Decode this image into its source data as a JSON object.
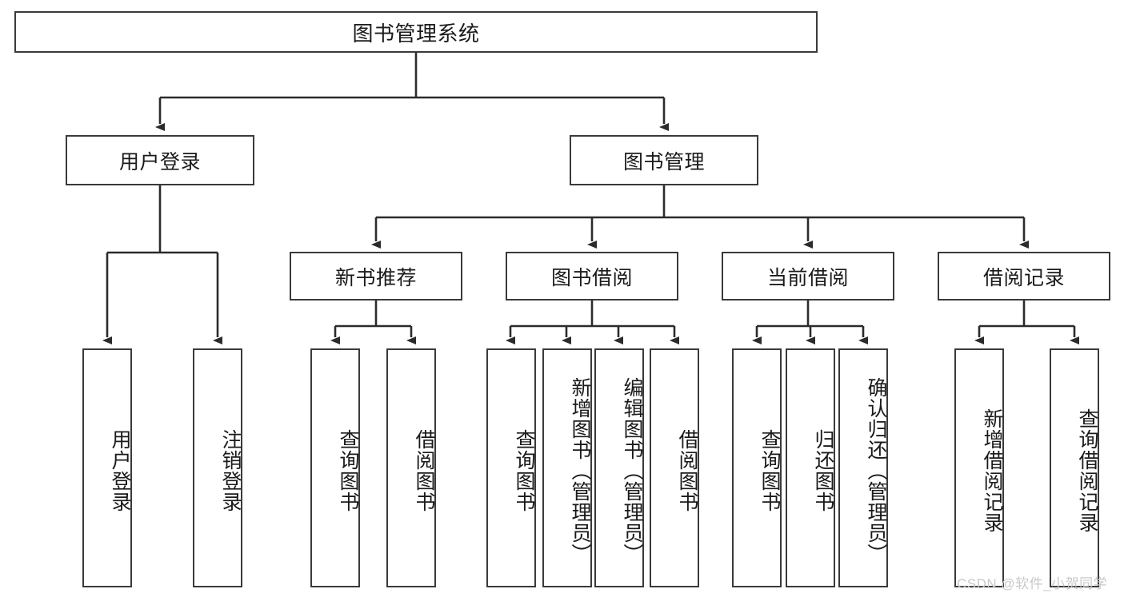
{
  "diagram": {
    "title": "图书管理系统",
    "type": "tree-hierarchy-chart",
    "watermark": "CSDN @软件_小贺同学",
    "colors": {
      "box_border": "#3a3a3a",
      "box_fill": "#ffffff",
      "connector": "#2b2b2b",
      "text": "#1a1a1a",
      "watermark": "#c9c9c9",
      "background": "#ffffff"
    },
    "root": {
      "label": "图书管理系统"
    },
    "level2": [
      {
        "label": "用户登录"
      },
      {
        "label": "图书管理"
      }
    ],
    "level3": [
      {
        "label": "新书推荐"
      },
      {
        "label": "图书借阅"
      },
      {
        "label": "当前借阅"
      },
      {
        "label": "借阅记录"
      }
    ],
    "leaves": {
      "user_login": [
        {
          "label": "用户登录"
        },
        {
          "label": "注销登录"
        }
      ],
      "new_book_recommend": [
        {
          "label": "查询图书"
        },
        {
          "label": "借阅图书"
        }
      ],
      "book_borrow": [
        {
          "label": "查询图书"
        },
        {
          "label": "新增图书（管理员）"
        },
        {
          "label": "编辑图书（管理员）"
        },
        {
          "label": "借阅图书"
        }
      ],
      "current_borrow": [
        {
          "label": "查询图书"
        },
        {
          "label": "归还图书"
        },
        {
          "label": "确认归还（管理员）"
        }
      ],
      "borrow_record": [
        {
          "label": "新增借阅记录"
        },
        {
          "label": "查询借阅记录"
        }
      ]
    }
  }
}
